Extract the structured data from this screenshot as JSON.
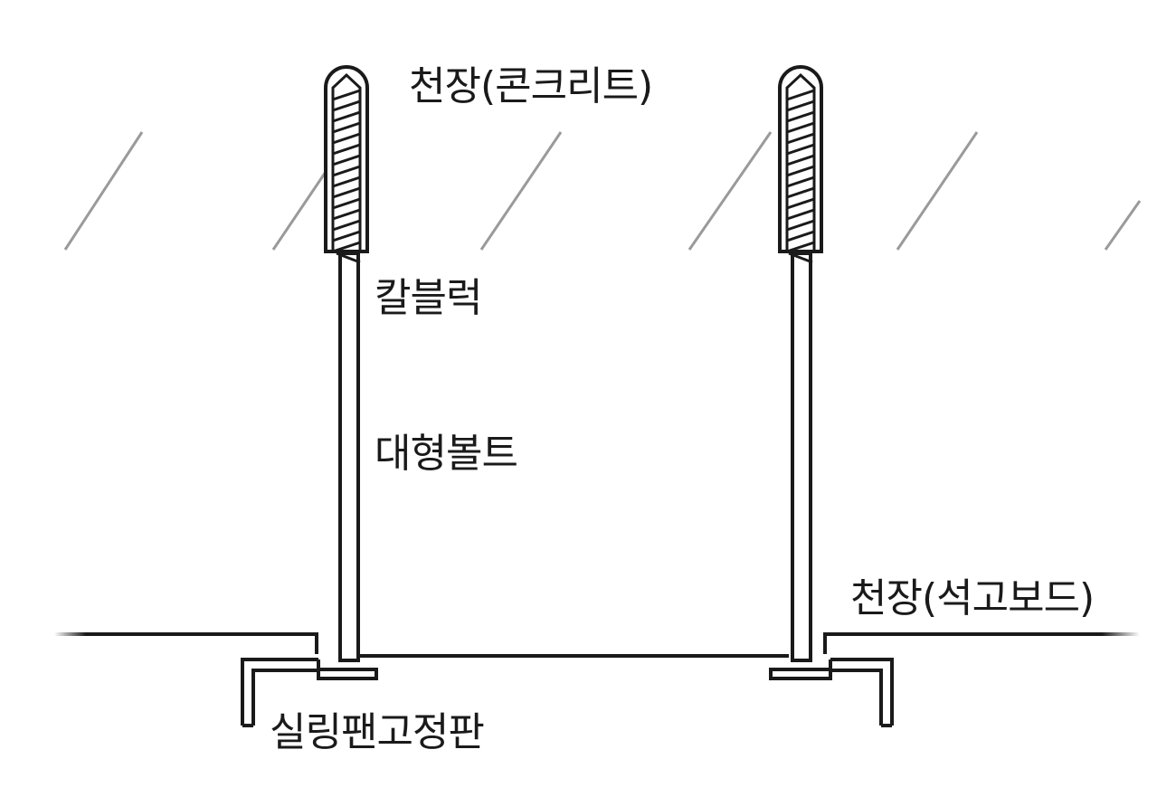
{
  "labels": {
    "concrete_ceiling": "천장(콘크리트)",
    "anchor": "칼블럭",
    "large_bolt": "대형볼트",
    "gypsum_ceiling": "천장(석고보드)",
    "fixing_plate": "실링팬고정판"
  },
  "colors": {
    "stroke": "#1a1a1a",
    "hatch": "#9a9a9a",
    "background": "#ffffff"
  }
}
